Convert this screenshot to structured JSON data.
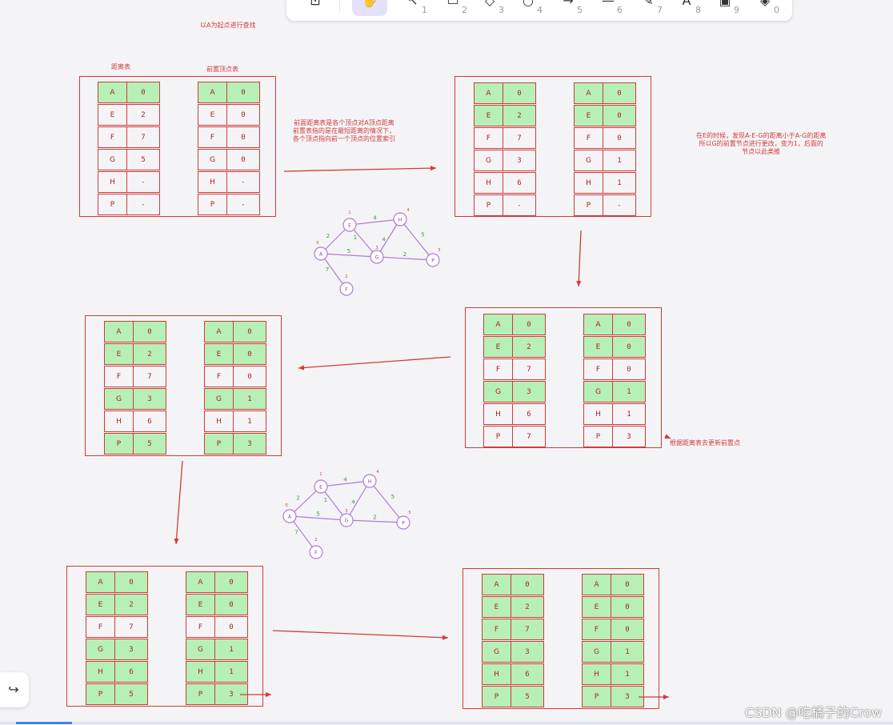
{
  "toolbar": {
    "tools": [
      {
        "icon": "lock-icon",
        "glyph": "⊡",
        "num": ""
      },
      {
        "icon": "hand-icon",
        "glyph": "✋",
        "num": ""
      },
      {
        "icon": "pointer-icon",
        "glyph": "↖",
        "num": "1"
      },
      {
        "icon": "rectangle-icon",
        "glyph": "▭",
        "num": "2"
      },
      {
        "icon": "diamond-icon",
        "glyph": "◇",
        "num": "3"
      },
      {
        "icon": "ellipse-icon",
        "glyph": "○",
        "num": "4"
      },
      {
        "icon": "arrow-icon",
        "glyph": "→",
        "num": "5"
      },
      {
        "icon": "line-icon",
        "glyph": "—",
        "num": "6"
      },
      {
        "icon": "pencil-icon",
        "glyph": "✎",
        "num": "7"
      },
      {
        "icon": "text-icon",
        "glyph": "A",
        "num": "8"
      },
      {
        "icon": "image-icon",
        "glyph": "▣",
        "num": "9"
      },
      {
        "icon": "eraser-icon",
        "glyph": "◈",
        "num": "0"
      }
    ]
  },
  "notes": {
    "title": "以A为起点进行查找",
    "dist_label": "距离表",
    "prev_label": "前置顶点表",
    "explain": "前面距离表是各个顶点对A顶点距离\n前置表指的是在最短距离的情况下，\n各个顶点指向前一个顶点的位置索引",
    "ge_note": "在E的时候，发现A-E-G的距离小于A-G的距离\n所以G的前置节点进行更改，变为1，后面的\n节点以此类推",
    "update_note": "根据距离表去更新前置点"
  },
  "panels": [
    {
      "dist": [
        [
          "A",
          "0",
          1
        ],
        [
          "E",
          "2",
          0
        ],
        [
          "F",
          "7",
          0
        ],
        [
          "G",
          "5",
          0
        ],
        [
          "H",
          "-",
          0
        ],
        [
          "P",
          "-",
          0
        ]
      ],
      "prev": [
        [
          "A",
          "0",
          1
        ],
        [
          "E",
          "0",
          0
        ],
        [
          "F",
          "0",
          0
        ],
        [
          "G",
          "0",
          0
        ],
        [
          "H",
          "-",
          0
        ],
        [
          "P",
          "-",
          0
        ]
      ]
    },
    {
      "dist": [
        [
          "A",
          "0",
          1
        ],
        [
          "E",
          "2",
          1
        ],
        [
          "F",
          "7",
          0
        ],
        [
          "G",
          "3",
          0
        ],
        [
          "H",
          "6",
          0
        ],
        [
          "P",
          "-",
          0
        ]
      ],
      "prev": [
        [
          "A",
          "0",
          1
        ],
        [
          "E",
          "0",
          1
        ],
        [
          "F",
          "0",
          0
        ],
        [
          "G",
          "1",
          0
        ],
        [
          "H",
          "1",
          0
        ],
        [
          "P",
          "-",
          0
        ]
      ]
    },
    {
      "dist": [
        [
          "A",
          "0",
          1
        ],
        [
          "E",
          "2",
          1
        ],
        [
          "F",
          "7",
          0
        ],
        [
          "G",
          "3",
          1
        ],
        [
          "H",
          "6",
          0
        ],
        [
          "P",
          "7",
          0
        ]
      ],
      "prev": [
        [
          "A",
          "0",
          1
        ],
        [
          "E",
          "0",
          1
        ],
        [
          "F",
          "0",
          0
        ],
        [
          "G",
          "1",
          1
        ],
        [
          "H",
          "1",
          0
        ],
        [
          "P",
          "3",
          0
        ]
      ]
    },
    {
      "dist": [
        [
          "A",
          "0",
          1
        ],
        [
          "E",
          "2",
          1
        ],
        [
          "F",
          "7",
          0
        ],
        [
          "G",
          "3",
          1
        ],
        [
          "H",
          "6",
          0
        ],
        [
          "P",
          "5",
          1
        ]
      ],
      "prev": [
        [
          "A",
          "0",
          1
        ],
        [
          "E",
          "0",
          1
        ],
        [
          "F",
          "0",
          0
        ],
        [
          "G",
          "1",
          1
        ],
        [
          "H",
          "1",
          0
        ],
        [
          "P",
          "3",
          1
        ]
      ]
    },
    {
      "dist": [
        [
          "A",
          "0",
          1
        ],
        [
          "E",
          "2",
          1
        ],
        [
          "F",
          "7",
          0
        ],
        [
          "G",
          "3",
          1
        ],
        [
          "H",
          "6",
          1
        ],
        [
          "P",
          "5",
          1
        ]
      ],
      "prev": [
        [
          "A",
          "0",
          1
        ],
        [
          "E",
          "0",
          1
        ],
        [
          "F",
          "0",
          0
        ],
        [
          "G",
          "1",
          1
        ],
        [
          "H",
          "1",
          1
        ],
        [
          "P",
          "3",
          1
        ]
      ]
    },
    {
      "dist": [
        [
          "A",
          "0",
          1
        ],
        [
          "E",
          "2",
          1
        ],
        [
          "F",
          "7",
          1
        ],
        [
          "G",
          "3",
          1
        ],
        [
          "H",
          "6",
          1
        ],
        [
          "P",
          "5",
          1
        ]
      ],
      "prev": [
        [
          "A",
          "0",
          1
        ],
        [
          "E",
          "0",
          1
        ],
        [
          "F",
          "0",
          1
        ],
        [
          "G",
          "1",
          1
        ],
        [
          "H",
          "1",
          1
        ],
        [
          "P",
          "3",
          1
        ]
      ]
    }
  ],
  "graph": {
    "nodes": [
      {
        "id": "A",
        "index": "0"
      },
      {
        "id": "E",
        "index": "1"
      },
      {
        "id": "H",
        "index": "4"
      },
      {
        "id": "G",
        "index": "3"
      },
      {
        "id": "P",
        "index": "5"
      },
      {
        "id": "F",
        "index": "2"
      }
    ],
    "edges": [
      {
        "a": "A",
        "b": "E",
        "w": "2"
      },
      {
        "a": "E",
        "b": "H",
        "w": "4"
      },
      {
        "a": "E",
        "b": "G",
        "w": "1"
      },
      {
        "a": "A",
        "b": "G",
        "w": "5"
      },
      {
        "a": "G",
        "b": "H",
        "w": "4"
      },
      {
        "a": "H",
        "b": "P",
        "w": "5"
      },
      {
        "a": "G",
        "b": "P",
        "w": "2"
      },
      {
        "a": "A",
        "b": "F",
        "w": "7"
      }
    ]
  },
  "undo": {
    "icon": "undo-icon",
    "glyph": "↪"
  },
  "watermark": "CSDN @吃橘子的Crow",
  "colors": {
    "accent": "#d23a3a",
    "highlight": "#b6f0b6",
    "graph": "#b07ad6",
    "weight": "#3a9a3a"
  }
}
